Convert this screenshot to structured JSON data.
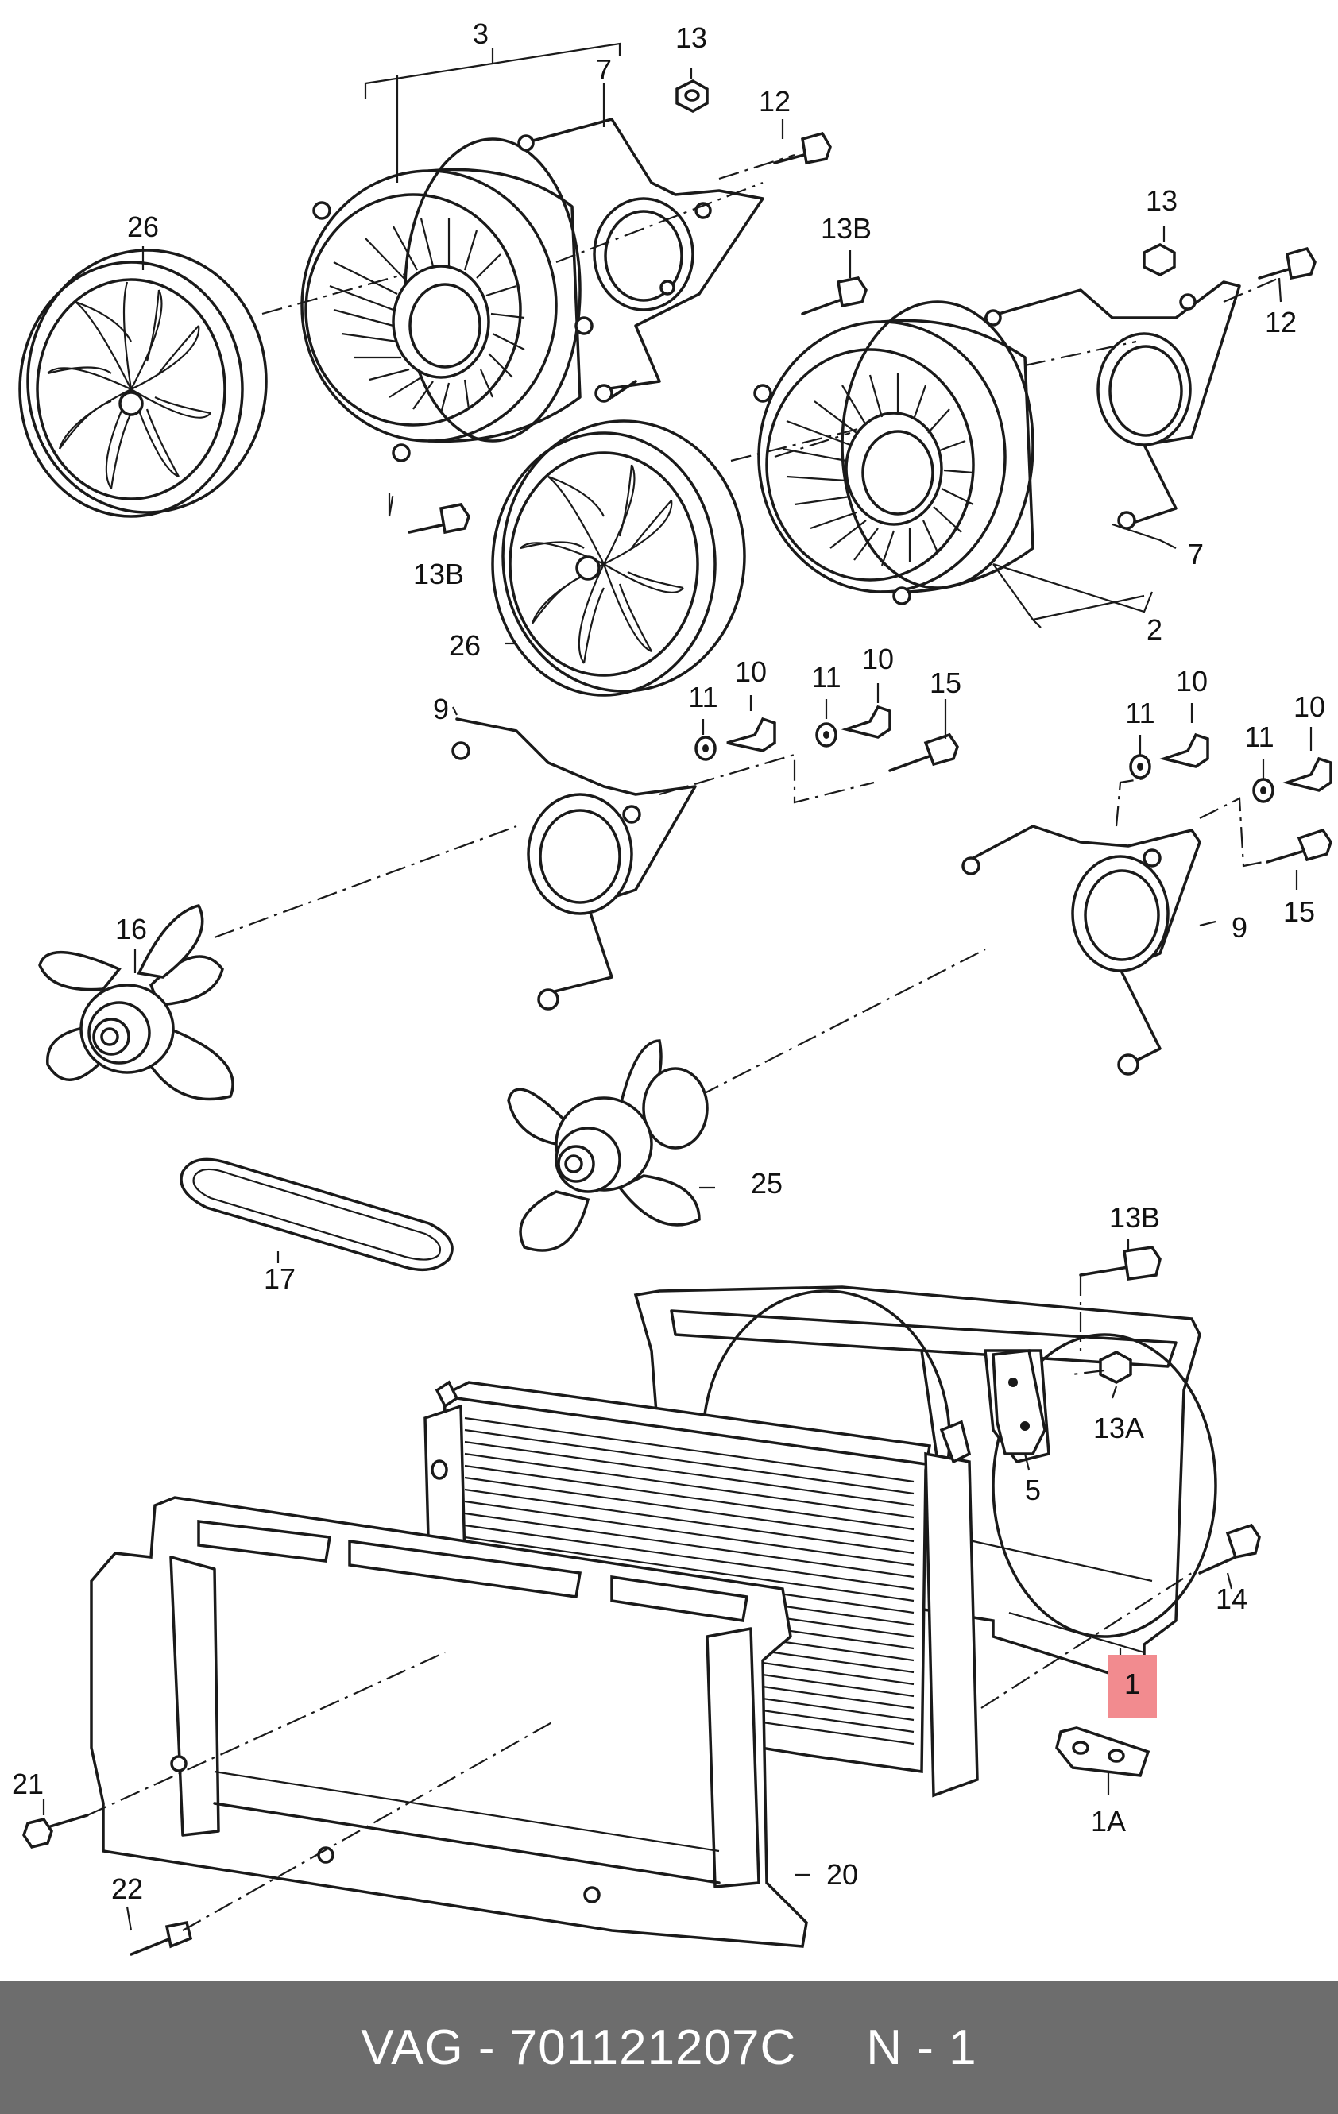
{
  "colors": {
    "footer_background": "#6d6d6d",
    "footer_text": "#ffffff",
    "highlight": "#f28b8f",
    "line": "#1a1a1a"
  },
  "diagram": {
    "callouts": [
      {
        "id": "3",
        "label": "3"
      },
      {
        "id": "7a",
        "label": "7"
      },
      {
        "id": "13a",
        "label": "13"
      },
      {
        "id": "12a",
        "label": "12"
      },
      {
        "id": "26a",
        "label": "26"
      },
      {
        "id": "13b-a",
        "label": "13B"
      },
      {
        "id": "13b-b",
        "label": "13B"
      },
      {
        "id": "13b2",
        "label": "13"
      },
      {
        "id": "12b",
        "label": "12"
      },
      {
        "id": "7b",
        "label": "7"
      },
      {
        "id": "2",
        "label": "2"
      },
      {
        "id": "26b",
        "label": "26"
      },
      {
        "id": "9a",
        "label": "9"
      },
      {
        "id": "11a",
        "label": "11"
      },
      {
        "id": "10a",
        "label": "10"
      },
      {
        "id": "11b",
        "label": "11"
      },
      {
        "id": "10b",
        "label": "10"
      },
      {
        "id": "15a",
        "label": "15"
      },
      {
        "id": "11c",
        "label": "11"
      },
      {
        "id": "10c",
        "label": "10"
      },
      {
        "id": "11d",
        "label": "11"
      },
      {
        "id": "10d",
        "label": "10"
      },
      {
        "id": "15b",
        "label": "15"
      },
      {
        "id": "9b",
        "label": "9"
      },
      {
        "id": "16",
        "label": "16"
      },
      {
        "id": "25",
        "label": "25"
      },
      {
        "id": "17",
        "label": "17"
      },
      {
        "id": "13b-c",
        "label": "13B"
      },
      {
        "id": "13A",
        "label": "13A"
      },
      {
        "id": "5",
        "label": "5"
      },
      {
        "id": "14",
        "label": "14"
      },
      {
        "id": "1",
        "label": "1",
        "highlighted": true
      },
      {
        "id": "1A",
        "label": "1A"
      },
      {
        "id": "21",
        "label": "21"
      },
      {
        "id": "22",
        "label": "22"
      },
      {
        "id": "20",
        "label": "20"
      }
    ]
  },
  "footer": {
    "part_number": "VAG - 701121207C",
    "quantity": "N - 1"
  }
}
